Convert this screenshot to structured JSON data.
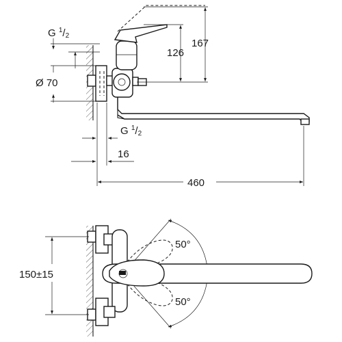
{
  "labels": {
    "thread_top_main": "G ",
    "thread_top_num": "1",
    "thread_top_den": "2",
    "diameter": "Ø 70",
    "height_126": "126",
    "height_167": "167",
    "thread_bottom_main": "G ",
    "thread_bottom_num": "1",
    "thread_bottom_den": "2",
    "depth_16": "16",
    "spout_460": "460",
    "spacing": "150±15",
    "angle_top": "50°",
    "angle_bottom": "50°"
  }
}
